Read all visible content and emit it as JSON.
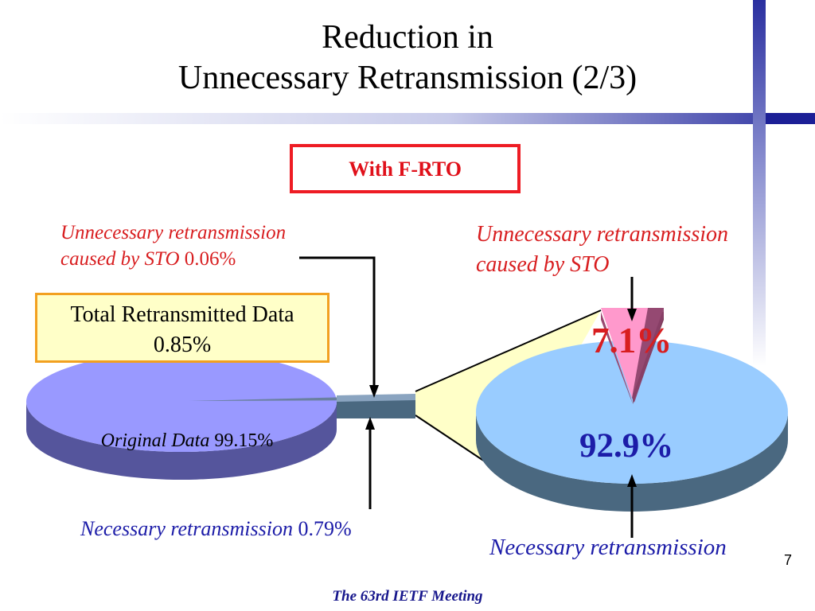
{
  "title": {
    "line1": "Reduction in",
    "line2": "Unnecessary Retransmission (2/3)"
  },
  "callout": "With F-RTO",
  "left_pie": {
    "total_box": {
      "line1": "Total Retransmitted Data",
      "line2": "0.85%"
    },
    "sto": {
      "text1": "Unnecessary retransmission",
      "text2_ital": "caused by STO",
      "value": "0.06%"
    },
    "original": {
      "label": "Original Data",
      "value": "99.15%"
    },
    "necessary": {
      "label": "Necessary retransmission",
      "value": "0.79%"
    }
  },
  "right_pie": {
    "sto": {
      "line1": "Unnecessary retransmission",
      "line2": "caused by STO"
    },
    "unnecessary_pct": "7.1%",
    "necessary_pct": "92.9%",
    "necessary_label": "Necessary retransmission"
  },
  "page_number": "7",
  "footer": "The 63rd IETF Meeting",
  "colors": {
    "left_pie_top": "#9999ff",
    "left_pie_side": "#55559c",
    "right_pie_top": "#99ccff",
    "right_pie_side": "#4a6880",
    "unnecessary_slice": "#ff99cc",
    "connector_fill": "#ffffc8",
    "accent_red": "#ee1c24",
    "accent_blue": "#1c1ca8"
  },
  "chart_data": [
    {
      "type": "pie",
      "title": "",
      "slices": [
        {
          "label": "Original Data",
          "value": 99.15
        },
        {
          "label": "Total Retransmitted Data",
          "value": 0.85
        }
      ]
    },
    {
      "type": "pie",
      "title": "With F-RTO",
      "slices": [
        {
          "label": "Unnecessary retransmission caused by STO",
          "value": 7.1
        },
        {
          "label": "Necessary retransmission",
          "value": 92.9
        }
      ]
    }
  ]
}
